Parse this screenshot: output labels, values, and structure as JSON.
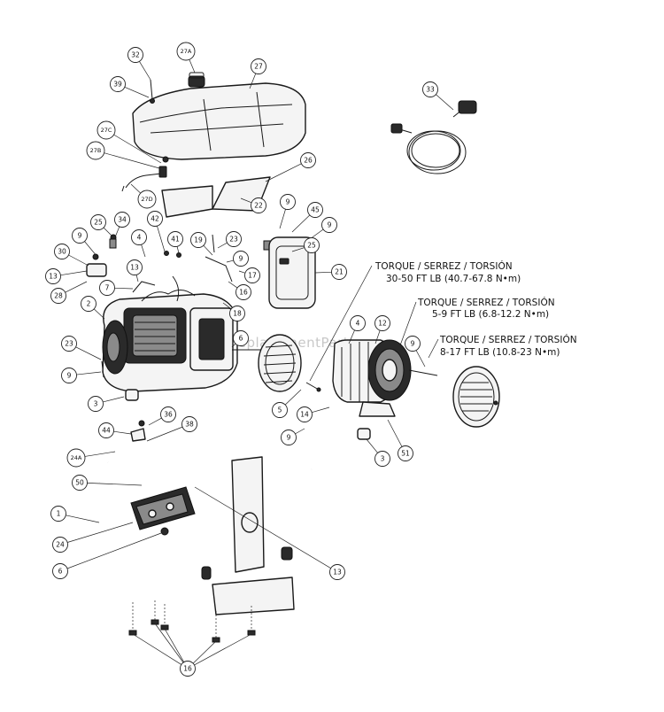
{
  "diagram": {
    "callouts": [
      {
        "id": "c-32",
        "label": "32"
      },
      {
        "id": "c-27A",
        "label": "27A"
      },
      {
        "id": "c-27",
        "label": "27"
      },
      {
        "id": "c-39",
        "label": "39"
      },
      {
        "id": "c-27C",
        "label": "27C"
      },
      {
        "id": "c-27B",
        "label": "27B"
      },
      {
        "id": "c-26",
        "label": "26"
      },
      {
        "id": "c-27D",
        "label": "27D"
      },
      {
        "id": "c-22",
        "label": "22"
      },
      {
        "id": "c-9a",
        "label": "9"
      },
      {
        "id": "c-45",
        "label": "45"
      },
      {
        "id": "c-9b",
        "label": "9"
      },
      {
        "id": "c-25a",
        "label": "25"
      },
      {
        "id": "c-34",
        "label": "34"
      },
      {
        "id": "c-42",
        "label": "42"
      },
      {
        "id": "c-9c",
        "label": "9"
      },
      {
        "id": "c-4a",
        "label": "4"
      },
      {
        "id": "c-41",
        "label": "41"
      },
      {
        "id": "c-19",
        "label": "19"
      },
      {
        "id": "c-23a",
        "label": "23"
      },
      {
        "id": "c-25b",
        "label": "25"
      },
      {
        "id": "c-30",
        "label": "30"
      },
      {
        "id": "c-9d",
        "label": "9"
      },
      {
        "id": "c-17",
        "label": "17"
      },
      {
        "id": "c-21",
        "label": "21"
      },
      {
        "id": "c-13a",
        "label": "13"
      },
      {
        "id": "c-13b",
        "label": "13"
      },
      {
        "id": "c-28",
        "label": "28"
      },
      {
        "id": "c-7",
        "label": "7"
      },
      {
        "id": "c-16a",
        "label": "16"
      },
      {
        "id": "c-2",
        "label": "2"
      },
      {
        "id": "c-18",
        "label": "18"
      },
      {
        "id": "c-6a",
        "label": "6"
      },
      {
        "id": "c-4b",
        "label": "4"
      },
      {
        "id": "c-12",
        "label": "12"
      },
      {
        "id": "c-23b",
        "label": "23"
      },
      {
        "id": "c-9e",
        "label": "9"
      },
      {
        "id": "c-9f",
        "label": "9"
      },
      {
        "id": "c-3a",
        "label": "3"
      },
      {
        "id": "c-5",
        "label": "5"
      },
      {
        "id": "c-14",
        "label": "14"
      },
      {
        "id": "c-36",
        "label": "36"
      },
      {
        "id": "c-44",
        "label": "44"
      },
      {
        "id": "c-38",
        "label": "38"
      },
      {
        "id": "c-9g",
        "label": "9"
      },
      {
        "id": "c-24A",
        "label": "24A"
      },
      {
        "id": "c-3b",
        "label": "3"
      },
      {
        "id": "c-51",
        "label": "51"
      },
      {
        "id": "c-50",
        "label": "50"
      },
      {
        "id": "c-1",
        "label": "1"
      },
      {
        "id": "c-24",
        "label": "24"
      },
      {
        "id": "c-6b",
        "label": "6"
      },
      {
        "id": "c-13c",
        "label": "13"
      },
      {
        "id": "c-16b",
        "label": "16"
      },
      {
        "id": "c-33",
        "label": "33"
      }
    ],
    "torque_notes": [
      {
        "line1": "TORQUE / SERREZ / TORSIÓN",
        "line2": "30-50 FT LB (40.7-67.8 N•m)"
      },
      {
        "line1": "TORQUE / SERREZ / TORSIÓN",
        "line2": "5-9 FT LB (6.8-12.2 N•m)"
      },
      {
        "line1": "TORQUE / SERREZ / TORSIÓN",
        "line2": "8-17 FT LB (10.8-23 N•m)"
      }
    ],
    "watermark": "eReplacementParts.com"
  }
}
